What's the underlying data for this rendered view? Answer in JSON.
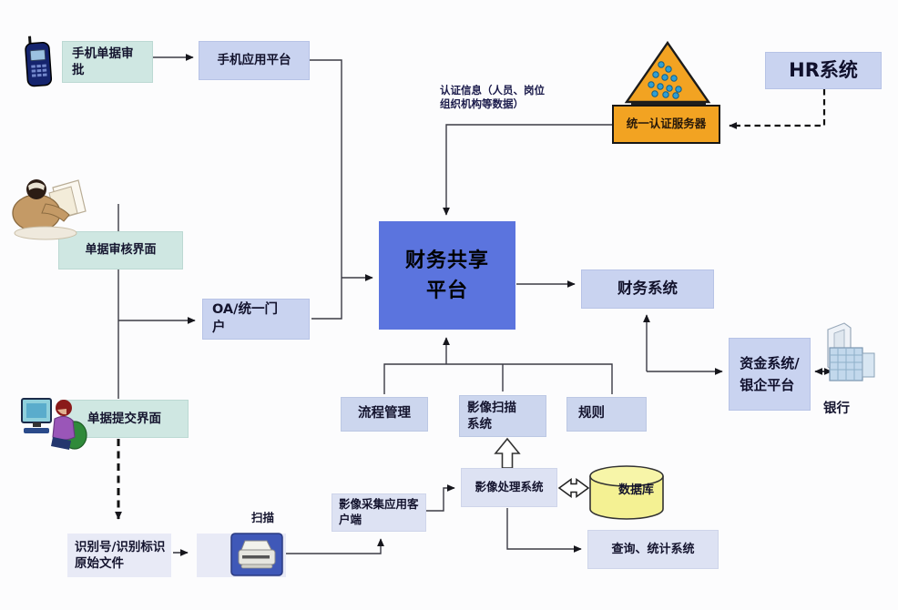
{
  "nodes": {
    "mobile_approval": "手机单据审\n批",
    "mobile_platform": "手机应用平台",
    "hr_system": "HR系统",
    "auth_server": "统一认证服务器",
    "auth_note": "认证信息（人员、岗位\n组织机构等数据）",
    "shared_platform": "财务共享\n平台",
    "finance_system": "财务系统",
    "doc_review": "单据审核界面",
    "oa_portal": "OA/统一门\n户",
    "doc_submit": "单据提交界面",
    "recognition": "识别号/识别标识\n原始文件",
    "scan": "扫描",
    "image_capture": "影像采集应用客\n户端",
    "image_processing": "影像处理系统",
    "database": "数据库",
    "query_stats": "查询、统计系统",
    "process_mgmt": "流程管理",
    "image_scan_system": "影像扫描\n系统",
    "rules": "规则",
    "fund_system": "资金系统/\n银企平台",
    "bank": "银行"
  },
  "colors": {
    "teal_box": "#cfe7e2",
    "lavender_box": "#c9d3f0",
    "periwinkle_box": "#ccd6ee",
    "pale_box": "#e8eaf6",
    "soft_box": "#dde2f3",
    "platform_blue": "#5b74de",
    "auth_orange": "#f2a322",
    "database_yellow": "#f4f193",
    "line": "#3b3b44"
  },
  "icons": [
    "mobile-phone-icon",
    "person-reading-icon",
    "person-computer-icon",
    "scanner-icon",
    "auth-triangle-icon",
    "database-cylinder-icon",
    "bank-buildings-icon"
  ]
}
